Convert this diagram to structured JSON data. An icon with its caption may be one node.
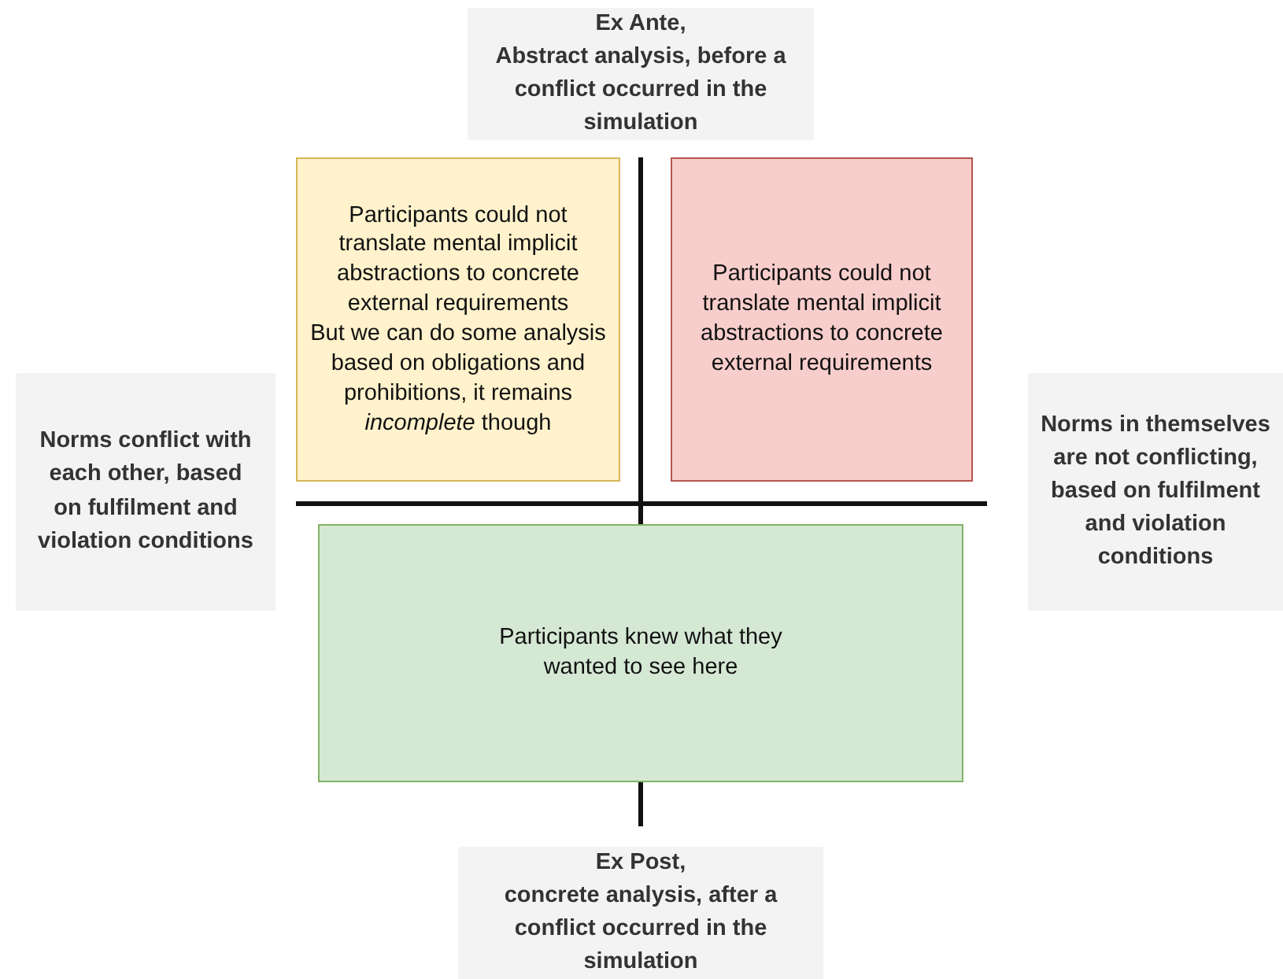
{
  "diagram": {
    "nodes": [
      {
        "text": [
          "Ex Ante,",
          "Abstract analysis, before a conflict occurred in the simulation"
        ]
      },
      {
        "text": [
          "Participants could not translate mental implicit abstractions to concrete external requirements",
          "But we can do some analysis based on obligations and prohibitions, it remains *incomplete* though"
        ]
      },
      {
        "text": [
          "Participants could not translate mental implicit abstractions to concrete external requirements"
        ]
      },
      {
        "text": [
          "Norms conflict with each other, based on fulfilment and violation conditions"
        ]
      },
      {
        "text": [
          "Norms in themselves are not conflicting, based on fulfilment and violation conditions"
        ]
      },
      {
        "text": [
          "Participants knew what they wanted to see here"
        ]
      },
      {
        "text": [
          "Ex Post,",
          "concrete analysis, after a conflict occurred in the simulation"
        ]
      }
    ]
  }
}
